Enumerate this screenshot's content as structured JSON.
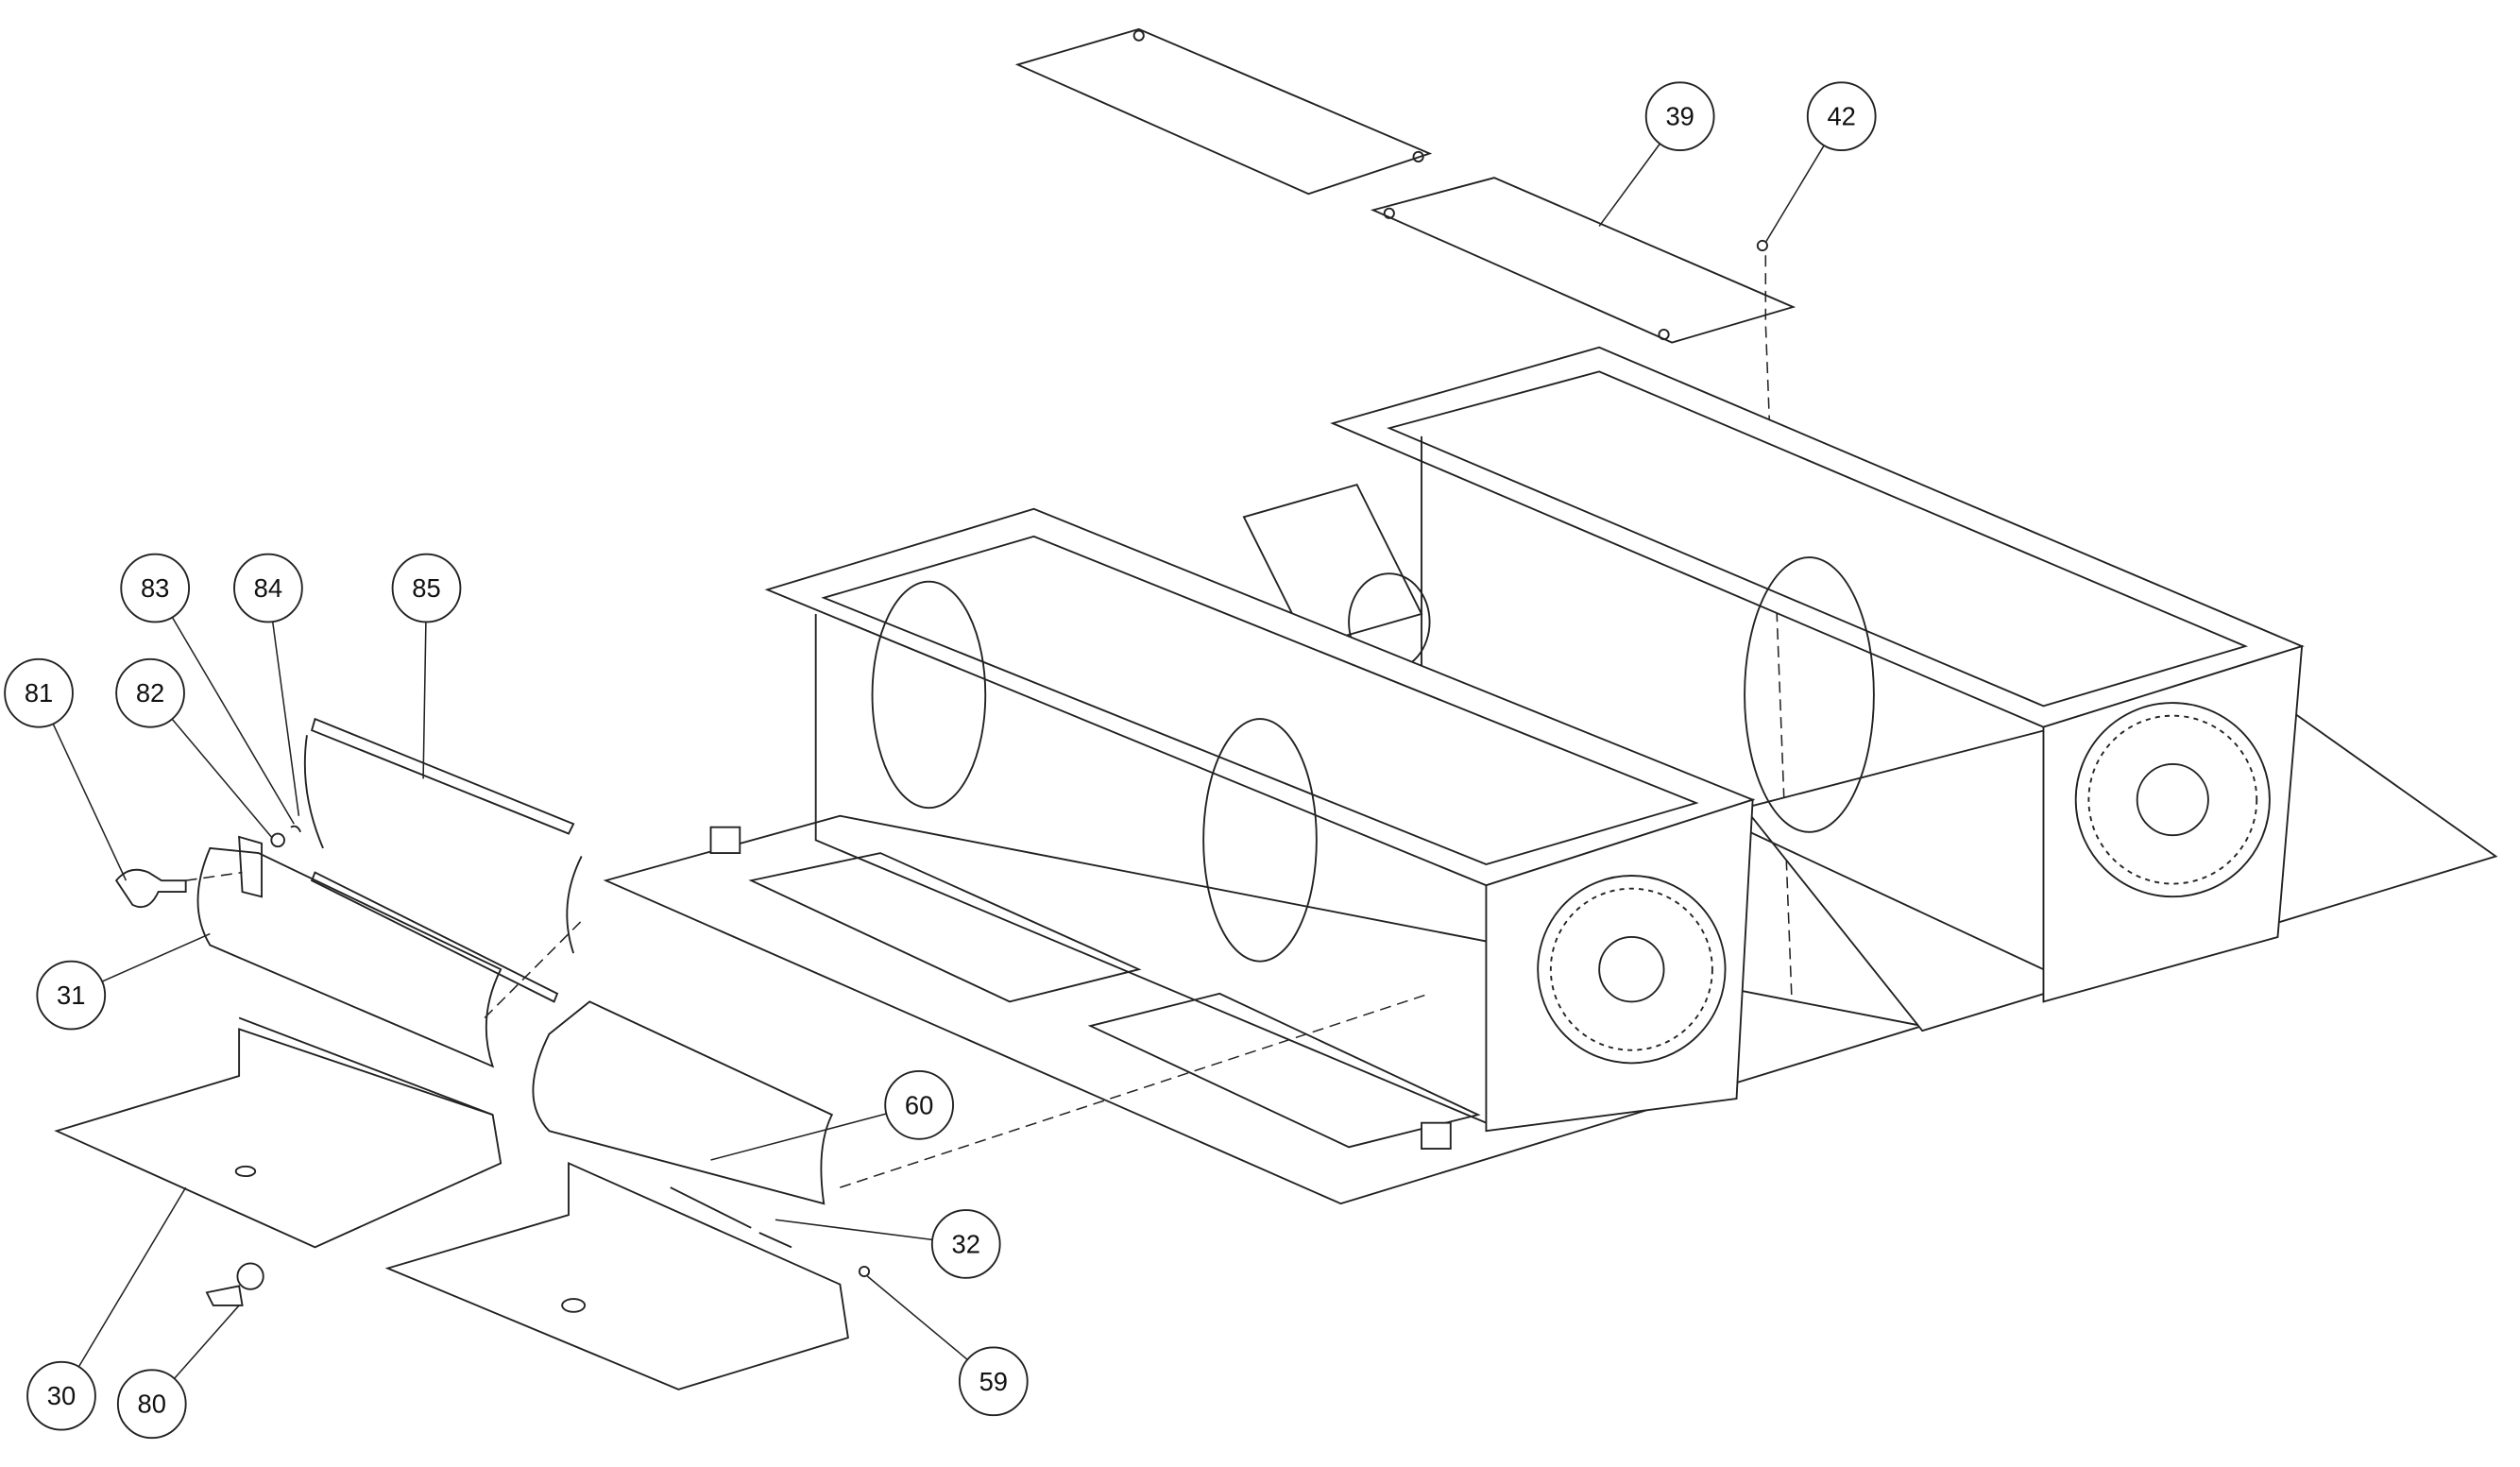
{
  "diagram": {
    "type": "exploded-parts-drawing",
    "callouts": [
      "39",
      "42",
      "83",
      "84",
      "85",
      "81",
      "82",
      "31",
      "60",
      "32",
      "59",
      "30",
      "80"
    ]
  }
}
